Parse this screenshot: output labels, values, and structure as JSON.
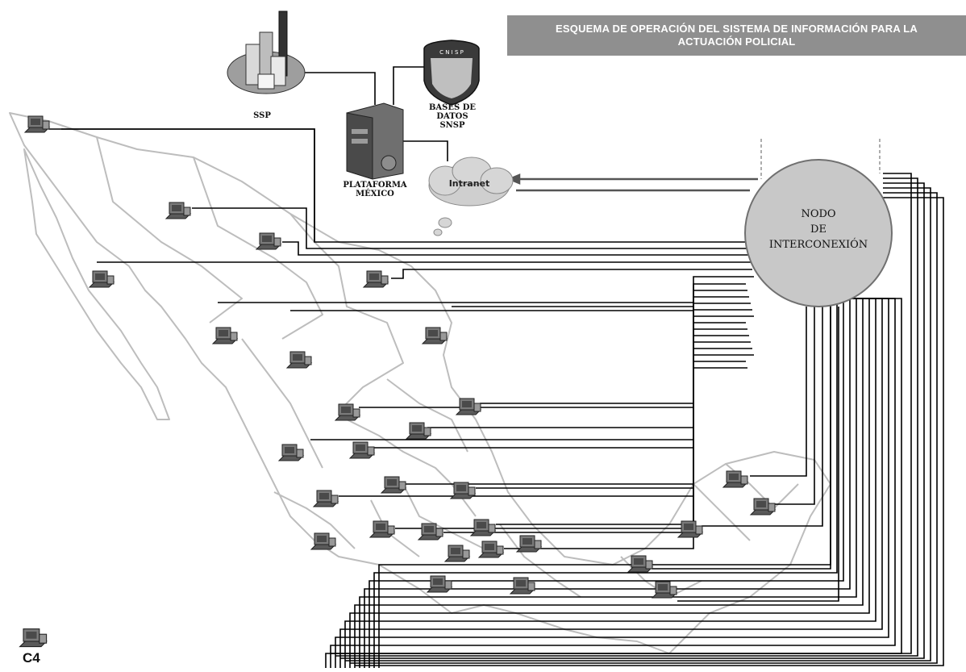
{
  "header": {
    "title": "ESQUEMA DE OPERACIÓN DEL SISTEMA DE INFORMACIÓN PARA LA ACTUACIÓN POLICIAL"
  },
  "nodes": {
    "ssp": "SSP",
    "bases_line1": "BASES DE",
    "bases_line2": "DATOS",
    "bases_line3": "SNSP",
    "plataforma_line1": "PLATAFORMA",
    "plataforma_line2": "MÉXICO",
    "intranet": "Intranet",
    "nodo_line1": "NODO",
    "nodo_line2": "DE",
    "nodo_line3": "INTERCONEXIÓN",
    "c4": "C4",
    "shield_text": "C N I S P"
  },
  "colors": {
    "title_bg": "#8f8f8f",
    "node_fill": "#c8c8c8",
    "map_outline": "#b9b9b9",
    "wire": "#000000",
    "intranet_link": "#5a5a5a"
  },
  "icons": [
    "building-icon",
    "server-tower-icon",
    "database-shield-icon",
    "cloud-icon",
    "computer-terminal-icon"
  ]
}
